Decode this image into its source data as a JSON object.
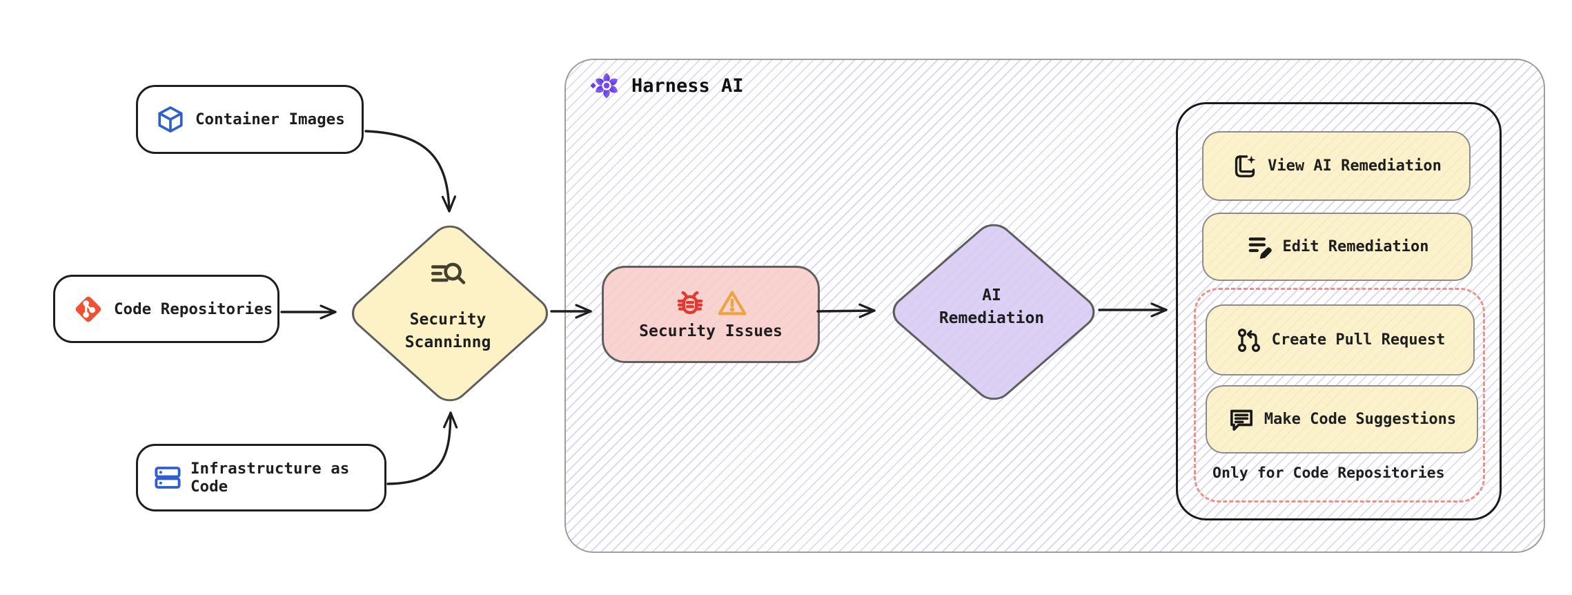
{
  "diagram": {
    "sources": [
      {
        "label": "Container Images",
        "icon": "cube-icon",
        "icon_color": "#2d5fd3"
      },
      {
        "label": "Code Repositories",
        "icon": "git-icon",
        "icon_color": "#f05133"
      },
      {
        "label": "Infrastructure as Code",
        "icon": "server-stack-icon",
        "icon_color": "#2d5fd3"
      }
    ],
    "scanning_node": {
      "line1": "Security",
      "line2": "Scanninng",
      "fill": "#fcf2c6",
      "icon": "search-list-icon"
    },
    "issues_node": {
      "label": "Security Issues",
      "fill": "#f7cdca",
      "bug_color": "#e23a30",
      "warning_color": "#eda43f"
    },
    "remediation_node": {
      "line1": "AI",
      "line2": "Remediation",
      "fill": "#d7c9f3"
    },
    "harness_group": {
      "title": "Harness AI",
      "logo": "harness-ai-logo",
      "logo_color": "#6a3df0"
    },
    "actions": {
      "view": {
        "label": "View AI Remediation",
        "icon": "ai-document-icon"
      },
      "edit": {
        "label": "Edit Remediation",
        "icon": "edit-list-icon"
      },
      "create_pr": {
        "label": "Create Pull Request",
        "icon": "pull-request-icon"
      },
      "suggest": {
        "label": "Make Code Suggestions",
        "icon": "code-comment-icon"
      }
    },
    "pr_group_note": "Only for Code Repositories",
    "action_fill": "#faeec1",
    "dashed_border_color": "#ef8f82",
    "arrow_color": "#1e1e1e"
  }
}
